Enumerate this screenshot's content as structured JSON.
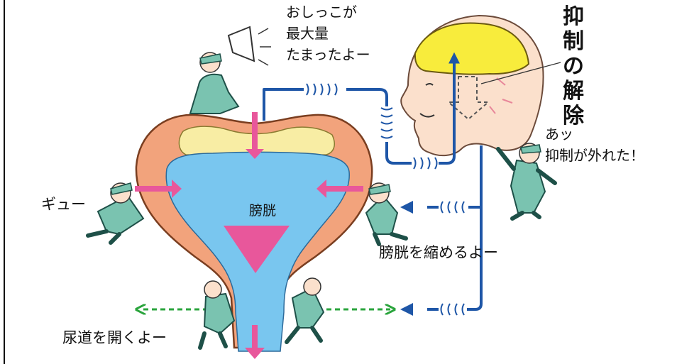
{
  "colors": {
    "bladder_wall": "#f2a37c",
    "urine": "#79c6ef",
    "fat": "#f8eda4",
    "brain": "#f8ec3c",
    "face": "#fbe0cc",
    "nerve": "#1e56a7",
    "pink_arrow": "#e8579b",
    "green_arrow": "#2aa43c",
    "worker": "#7ac3b0"
  },
  "labels": {
    "speech": [
      "おしっこが",
      "最大量",
      "たまったよー"
    ],
    "inhibit": [
      "抑",
      "制",
      "の",
      "解",
      "除"
    ],
    "realize": [
      "あッ",
      "抑制が外れた！"
    ],
    "squeeze": "ギュー",
    "bladder": "膀胱",
    "contract": "膀胱を縮めるよー",
    "urethra": "尿道を開くよー"
  },
  "icons": [
    "megaphone-icon",
    "signal-wave-icon",
    "worker-figure"
  ]
}
